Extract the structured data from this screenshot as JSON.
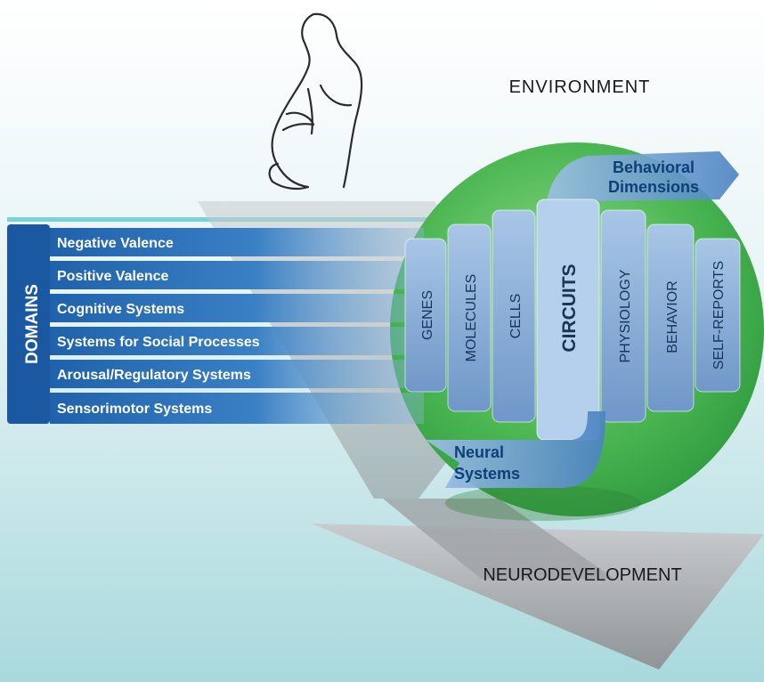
{
  "diagram": {
    "environment_label": "ENVIRONMENT",
    "neurodevelopment_label": "NEURODEVELOPMENT",
    "domains_label": "DOMAINS",
    "domains": [
      "Negative Valence",
      "Positive Valence",
      "Cognitive Systems",
      "Systems for Social Processes",
      "Arousal/Regulatory Systems",
      "Sensorimotor Systems"
    ],
    "units": [
      "GENES",
      "MOLECULES",
      "CELLS",
      "CIRCUITS",
      "PHYSIOLOGY",
      "BEHAVIOR",
      "SELF-REPORTS"
    ],
    "behavioral_dimensions": [
      "Behavioral",
      "Dimensions"
    ],
    "neural_systems": [
      "Neural",
      "Systems"
    ],
    "icons": [
      "pregnant-woman-icon"
    ]
  },
  "colors": {
    "environment_green": "#3faa49",
    "domain_blue": "#1d5fa8",
    "unit_blue": "#7fa6d3",
    "arrow_gray": "#a7abad",
    "background_top": "#ffffff",
    "background_bottom": "#a9d9dd"
  }
}
